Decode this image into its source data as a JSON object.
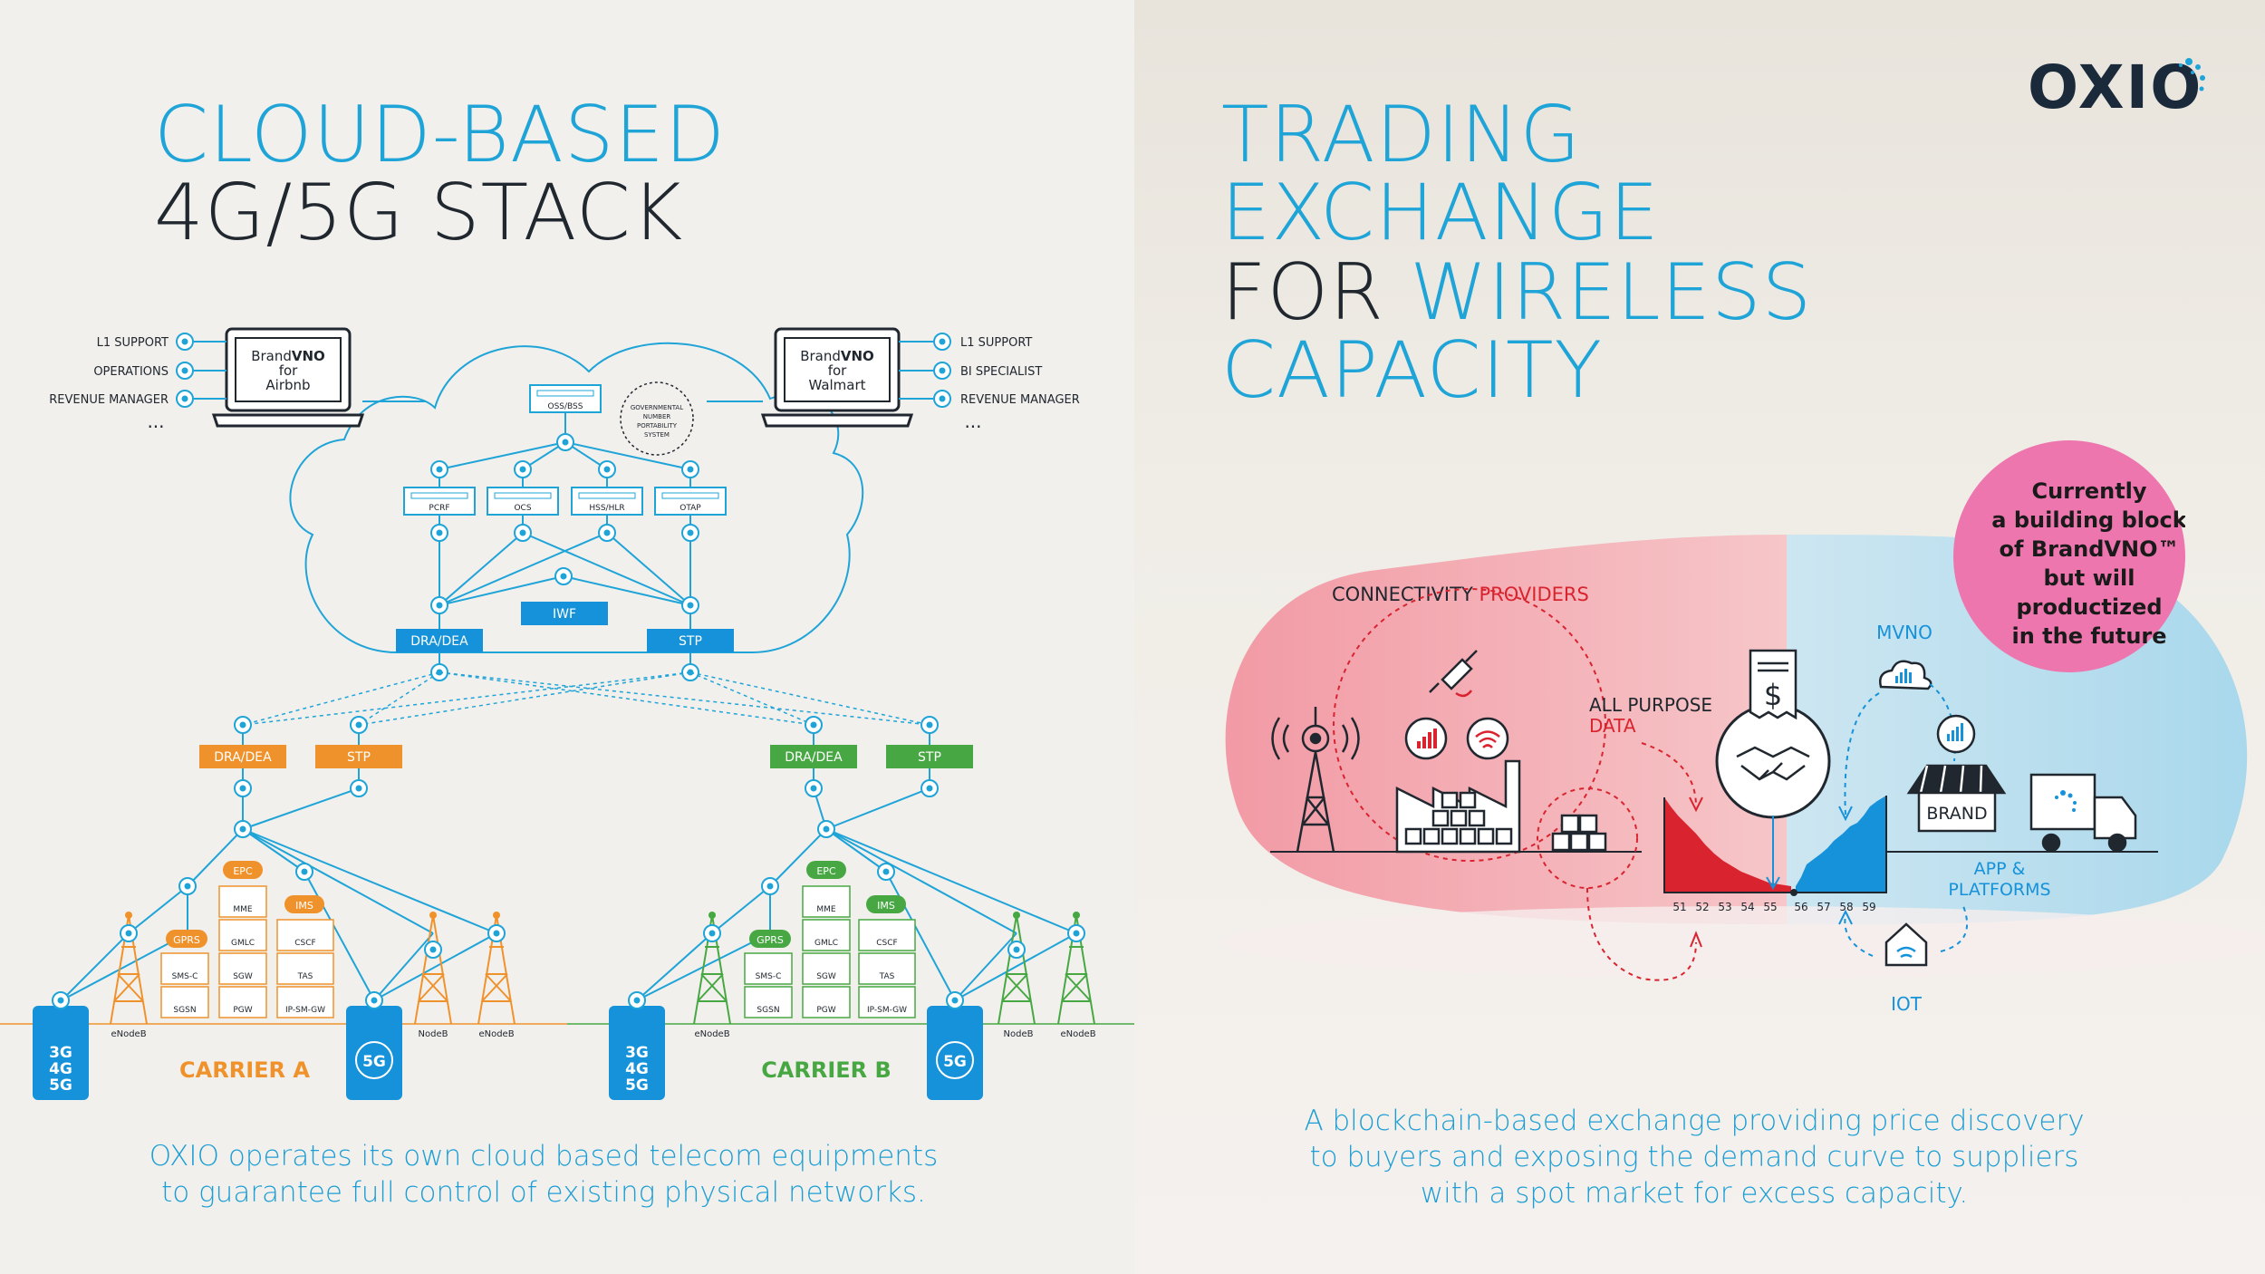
{
  "left": {
    "title_line1": "CLOUD-BASED",
    "title_line2": "4G/5G STACK",
    "laptop_left": {
      "line1": "Brand",
      "line1b": "VNO",
      "line2": "for",
      "line3": "Airbnb"
    },
    "laptop_right": {
      "line1": "Brand",
      "line1b": "VNO",
      "line2": "for",
      "line3": "Walmart"
    },
    "left_roles": [
      "L1 SUPPORT",
      "OPERATIONS",
      "REVENUE MANAGER"
    ],
    "right_roles": [
      "L1 SUPPORT",
      "BI SPECIALIST",
      "REVENUE MANAGER"
    ],
    "ellipsis": "...",
    "cloud": {
      "oss": "OSS/BSS",
      "gov": [
        "GOVERNMENTAL",
        "NUMBER",
        "PORTABILITY",
        "SYSTEM"
      ],
      "pcrf": "PCRF",
      "ocs": "OCS",
      "hss": "HSS/HLR",
      "otap": "OTAP",
      "iwf": "IWF",
      "dra": "DRA/DEA",
      "stp": "STP"
    },
    "carrier_a": {
      "label": "CARRIER A",
      "dra": "DRA/DEA",
      "stp": "STP",
      "epc": "EPC",
      "ims": "IMS",
      "gprs": "GPRS",
      "mme": "MME",
      "gmlc": "GMLC",
      "cscf": "CSCF",
      "smsc": "SMS-C",
      "sgw": "SGW",
      "tas": "TAS",
      "sgsn": "SGSN",
      "pgw": "PGW",
      "ipsmgw": "IP-SM-GW",
      "enodeb": "eNodeB",
      "nodeb": "NodeB",
      "enodeb2": "eNodeB",
      "phone1": [
        "3G",
        "4G",
        "5G"
      ],
      "phone2": "5G"
    },
    "carrier_b": {
      "label": "CARRIER B",
      "dra": "DRA/DEA",
      "stp": "STP",
      "epc": "EPC",
      "ims": "IMS",
      "gprs": "GPRS",
      "mme": "MME",
      "gmlc": "GMLC",
      "cscf": "CSCF",
      "smsc": "SMS-C",
      "sgw": "SGW",
      "tas": "TAS",
      "sgsn": "SGSN",
      "pgw": "PGW",
      "ipsmgw": "IP-SM-GW",
      "enodeb": "eNodeB",
      "nodeb": "NodeB",
      "enodeb2": "eNodeB",
      "phone1": [
        "3G",
        "4G",
        "5G"
      ],
      "phone2": "5G"
    },
    "caption_line1": "OXIO operates its own cloud based telecom equipments",
    "caption_line2": "to guarantee full control of existing physical networks."
  },
  "right": {
    "logo": "OXIO",
    "title_line1": "TRADING",
    "title_line2": "EXCHANGE",
    "title_line3_a": "FOR",
    "title_line3_b": "WIRELESS",
    "title_line4": "CAPACITY",
    "badge": [
      "Currently",
      "a building block",
      "of BrandVNO™",
      "but will",
      "productized",
      "in the future"
    ],
    "connectivity_a": "CONNECTIVITY",
    "connectivity_b": "PROVIDERS",
    "all_purpose_a": "ALL PURPOSE",
    "all_purpose_b": "DATA",
    "mvno": "MVNO",
    "brand": "BRAND",
    "app_a": "APP &",
    "app_b": "PLATFORMS",
    "iot": "IOT",
    "dollar": "$",
    "axis_ticks": [
      "51",
      "52",
      "53",
      "54",
      "55",
      "56",
      "57",
      "58",
      "59"
    ],
    "caption_line1": "A blockchain-based exchange providing price discovery",
    "caption_line2": "to buyers and exposing the demand curve to suppliers",
    "caption_line3": "with a spot market for excess capacity."
  },
  "colors": {
    "blue": "#1fa4d8",
    "dark": "#20272f",
    "orange": "#f0922b",
    "green": "#47a843",
    "red": "#d9242f",
    "pink": "#ee76ae",
    "cell_blue": "#1592d9"
  }
}
